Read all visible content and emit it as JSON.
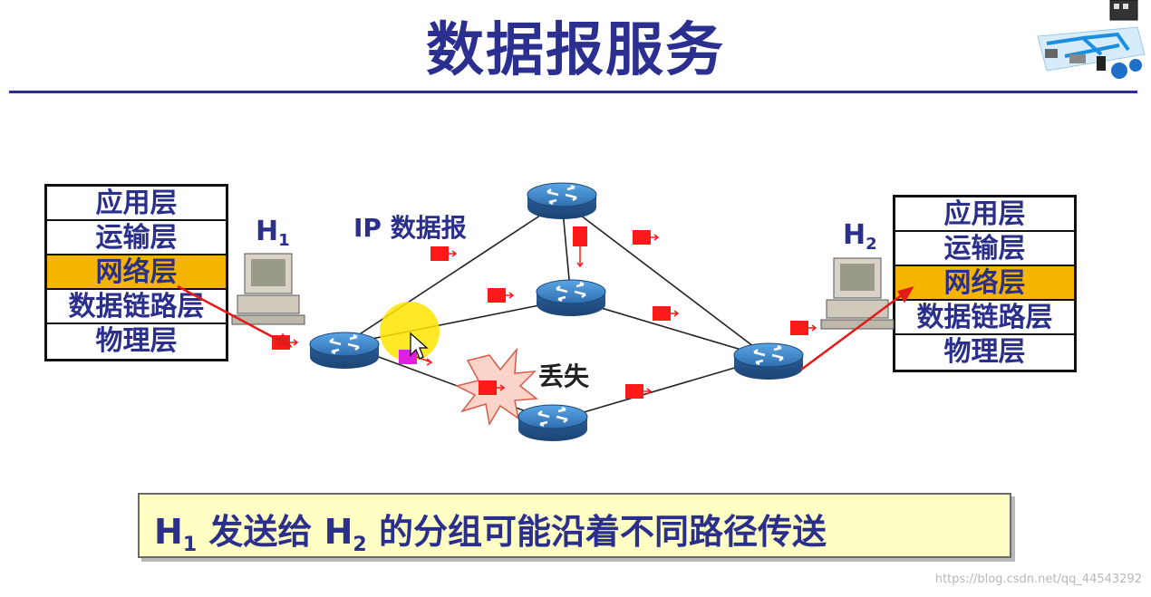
{
  "title": "数据报服务",
  "stacks": {
    "left": [
      "应用层",
      "运输层",
      "网络层",
      "数据链路层",
      "物理层"
    ],
    "right": [
      "应用层",
      "运输层",
      "网络层",
      "数据链路层",
      "物理层"
    ]
  },
  "highlight_layer": "网络层",
  "host1": {
    "letter": "H",
    "sub": "1"
  },
  "host2": {
    "letter": "H",
    "sub": "2"
  },
  "datagram_label": "IP 数据报",
  "loss_label": "丢失",
  "caption": {
    "h1": "H",
    "h1_sub": "1",
    "middle": " 发送给 ",
    "h2": "H",
    "h2_sub": "2",
    "rest": " 的分组可能沿着不同路径传送"
  },
  "watermark": "https://blog.csdn.net/qq_44543292",
  "colors": {
    "title": "#2b2f8f",
    "highlight": "#f5b400",
    "packet": "#ff1a1a",
    "lost_packet": "#e020e0",
    "router": "#2f6fb0"
  }
}
